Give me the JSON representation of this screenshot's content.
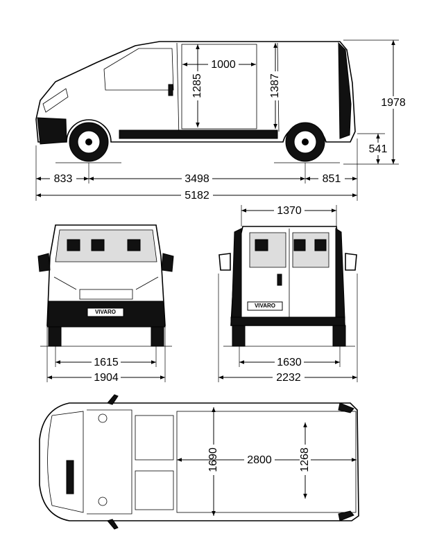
{
  "side_view": {
    "front_overhang": "833",
    "wheelbase": "3498",
    "rear_overhang": "851",
    "overall_length": "5182",
    "overall_height": "1978",
    "load_sill_height": "541",
    "side_door_width": "1000",
    "side_door_height": "1285",
    "interior_height": "1387"
  },
  "front_view": {
    "front_track": "1615",
    "overall_width": "1904",
    "badge": "VIVARO"
  },
  "rear_view": {
    "rear_door_width": "1370",
    "rear_track": "1630",
    "width_with_mirrors": "2232",
    "badge": "VIVARO"
  },
  "top_view": {
    "interior_width": "1690",
    "load_length": "2800",
    "width_between_arches": "1268"
  }
}
